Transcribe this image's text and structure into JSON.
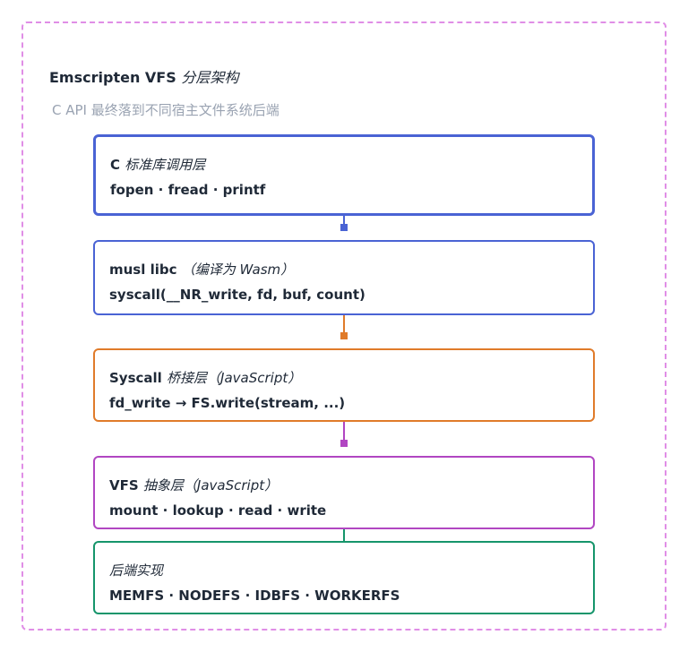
{
  "header": {
    "title_main": "Emscripten VFS",
    "title_sub": "分层架构",
    "subtitle": "C API 最终落到不同宿主文件系统后端"
  },
  "layers": [
    {
      "title": "C",
      "title_note": "标准库调用层",
      "detail": "fopen · fread · printf",
      "color": "#4a63d4"
    },
    {
      "title": "musl libc",
      "title_note": "（编译为 Wasm）",
      "detail": "syscall(__NR_write, fd, buf, count)",
      "color": "#4a63d4"
    },
    {
      "title": "Syscall",
      "title_note": "桥接层（JavaScript）",
      "detail": "fd_write → FS.write(stream, ...)",
      "color": "#e07b2a"
    },
    {
      "title": "VFS",
      "title_note": "抽象层（JavaScript）",
      "detail": "mount · lookup · read · write",
      "color": "#b146c2"
    },
    {
      "title": "",
      "title_note": "后端实现",
      "detail": "MEMFS · NODEFS · IDBFS · WORKERFS",
      "color": "#16956b"
    }
  ],
  "connectors": [
    {
      "color": "#4a63d4"
    },
    {
      "color": "#e07b2a"
    },
    {
      "color": "#b146c2"
    },
    {
      "color": "#16956b"
    }
  ],
  "frame_color": "#e08ee6"
}
